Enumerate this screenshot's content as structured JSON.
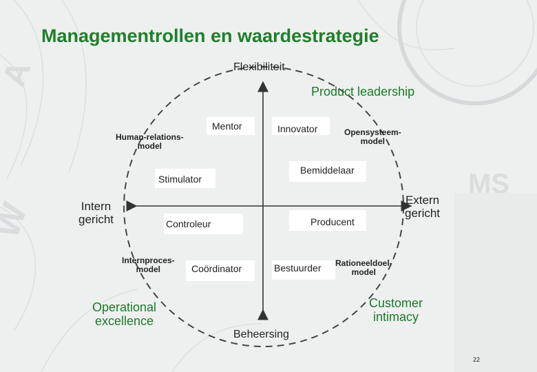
{
  "title": "Managementrollen en waardestrategie",
  "axes": {
    "top": "Flexibiliteit",
    "bottom": "Beheersing",
    "left": [
      "Intern",
      "gericht"
    ],
    "right": [
      "Extern",
      "gericht"
    ]
  },
  "strategies": {
    "product_leadership": "Product leadership",
    "operational_excellence": [
      "Operational",
      "excellence"
    ],
    "customer_intimacy": [
      "Customer",
      "intimacy"
    ]
  },
  "roles": {
    "mentor": "Mentor",
    "innovator": "Innovator",
    "bemiddelaar": "Bemiddelaar",
    "stimulator": "Stimulator",
    "controleur": "Controleur",
    "producent": "Producent",
    "coordinator": "Coördinator",
    "bestuurder": "Bestuurder"
  },
  "models": {
    "human_relations": [
      "Human-relations-",
      "model"
    ],
    "open_system": [
      "Opensysteem-",
      "model"
    ],
    "internal_process": [
      "Internproces-",
      "model"
    ],
    "rational_goal": [
      "Rationeeldoel-",
      "model"
    ]
  },
  "page_number": "22",
  "colors": {
    "title": "#1f7f2a",
    "strategy": "#1a7a26",
    "text": "#222222",
    "axis": "#333333",
    "circle": "#444444"
  }
}
